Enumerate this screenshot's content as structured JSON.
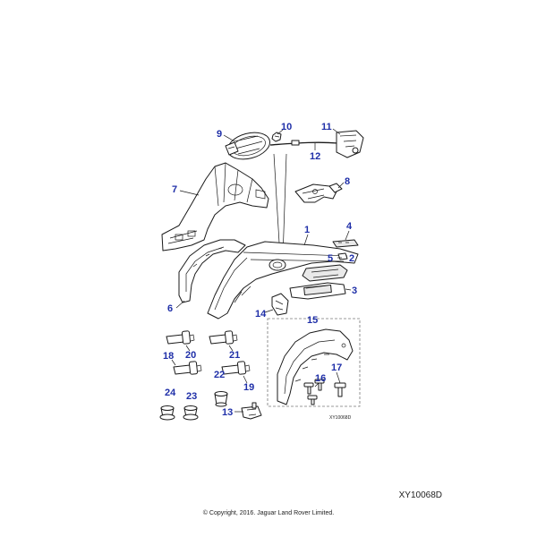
{
  "diagram": {
    "callouts": {
      "c1": "1",
      "c2": "2",
      "c3": "3",
      "c4": "4",
      "c5": "5",
      "c6": "6",
      "c7": "7",
      "c8": "8",
      "c9": "9",
      "c10": "10",
      "c11": "11",
      "c12": "12",
      "c13": "13",
      "c14": "14",
      "c15": "15",
      "c16": "16",
      "c17": "17",
      "c18": "18",
      "c19": "19",
      "c20": "20",
      "c21": "21",
      "c22": "22",
      "c23": "23",
      "c24": "24"
    },
    "inner_reference": "XY10068D",
    "callout_color": "#1f2fa8"
  },
  "footer": {
    "reference_code": "XY10068D",
    "copyright": "© Copyright, 2016. Jaguar Land Rover Limited."
  }
}
